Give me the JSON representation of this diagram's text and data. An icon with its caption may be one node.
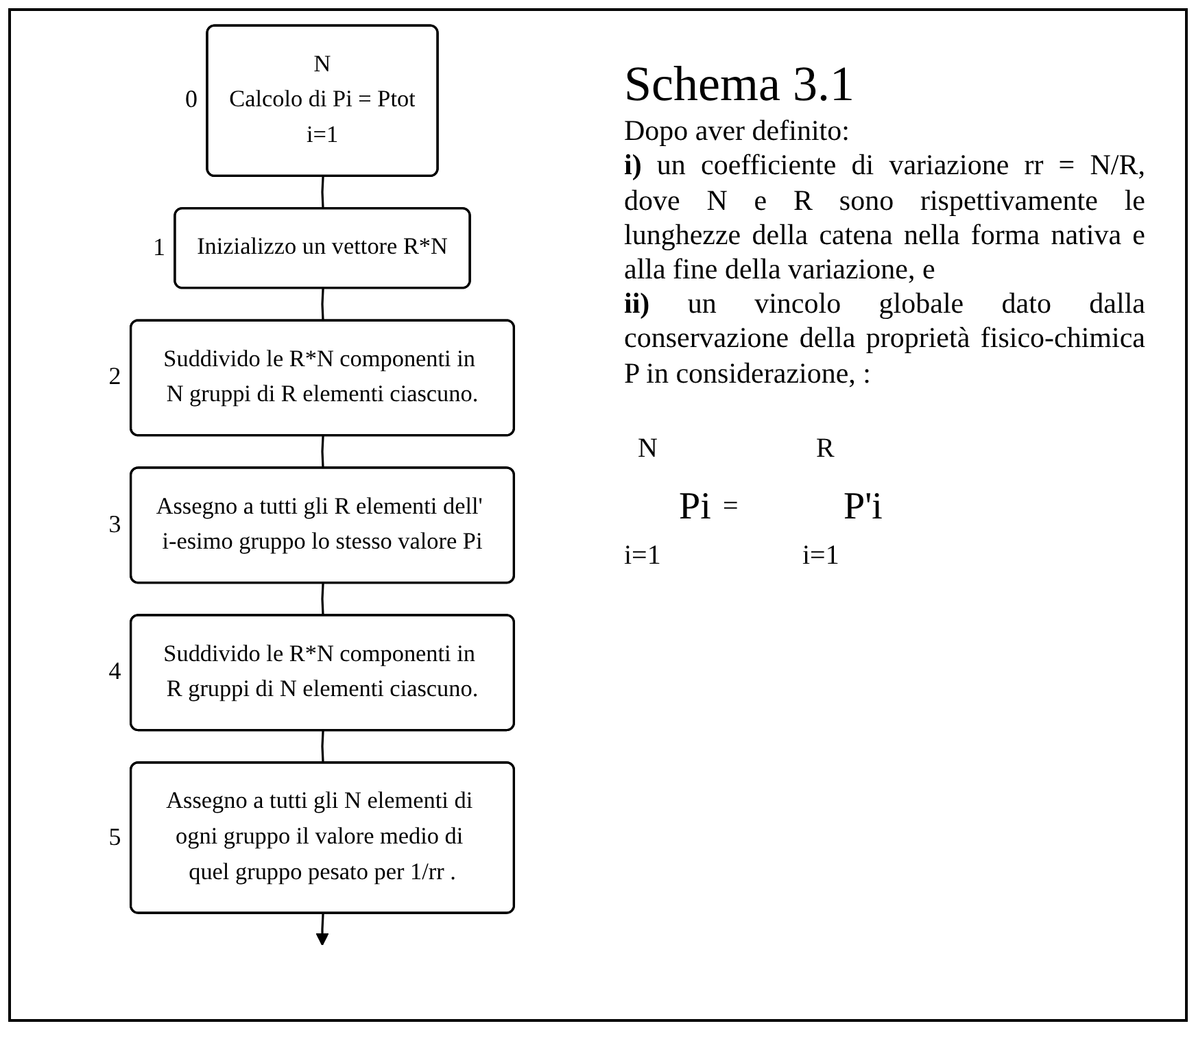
{
  "diagram": {
    "title": "Schema 3.1",
    "nodes": [
      {
        "text": [
          "N",
          "Calcolo di Pi = Ptot",
          "i=1"
        ],
        "beside": [
          "0"
        ]
      },
      {
        "text": [
          "Inizializzo un vettore R*N"
        ],
        "beside": [
          "1"
        ]
      },
      {
        "text": [
          "Suddivido le R*N componenti in N gruppi di R elementi ciascuno."
        ],
        "beside": [
          "2"
        ]
      },
      {
        "text": [
          "Assegno a tutti gli R elementi dell' i-esimo gruppo lo stesso valore Pi"
        ],
        "beside": [
          "3"
        ]
      },
      {
        "text": [
          "Suddivido le R*N componenti in R gruppi di N elementi ciascuno."
        ],
        "beside": [
          "4"
        ]
      },
      {
        "text": [
          "Assegno a tutti gli N elementi di ogni gruppo il valore medio di quel gruppo pesato per 1/rr ."
        ],
        "beside": [
          "5"
        ]
      }
    ],
    "edges": [
      {
        "from": 0,
        "to": 1,
        "arrow": "none"
      },
      {
        "from": 1,
        "to": 2,
        "arrow": "none"
      },
      {
        "from": 2,
        "to": 3,
        "arrow": "none"
      },
      {
        "from": 3,
        "to": 4,
        "arrow": "none"
      },
      {
        "from": 4,
        "to": 5,
        "arrow": "none"
      },
      {
        "from": 5,
        "to": null,
        "arrow": "to"
      }
    ],
    "labels": [
      "Dopo aver definito:",
      "**i)** un coefficiente di variazione rr = N/R, dove N e R sono rispettivamente le lunghezze della catena nella forma nativa e alla fine della variazione, e",
      "**ii)** un vincolo globale dato dalla conservazione della proprietà fisico-chimica P in considerazione, :",
      "N",
      "R",
      "Pi",
      "=",
      "P'i",
      "i=1",
      "i=1"
    ]
  }
}
